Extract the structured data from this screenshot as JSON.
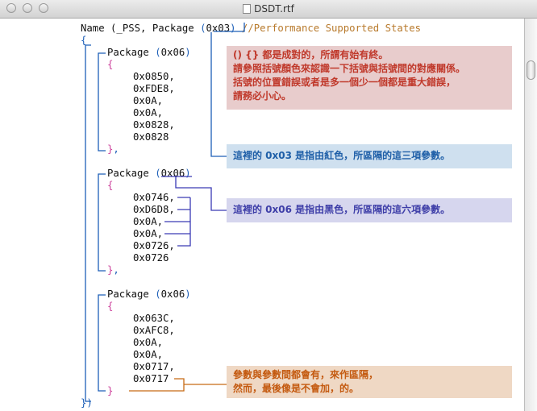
{
  "window": {
    "title": "DSDT.rtf"
  },
  "code": {
    "name_line": {
      "prefix": "Name (_PSS, Package ",
      "paren_open": "(",
      "count": "0x03",
      "paren_close": ")",
      "comment": "//Performance Supported States"
    },
    "outer_open": "{",
    "outer_close_brace": "}",
    "outer_close_paren": ")",
    "packages": [
      {
        "label": "Package ",
        "paren_open": "(",
        "count": "0x06",
        "paren_close": ")",
        "open": "{",
        "values": [
          "0x0850,",
          "0xFDE8,",
          "0x0A,",
          "0x0A,",
          "0x0828,",
          "0x0828"
        ],
        "close": "}",
        "comma": ","
      },
      {
        "label": "Package ",
        "paren_open": "(",
        "count": "0x06",
        "paren_close": ")",
        "open": "{",
        "values": [
          "0x0746,",
          "0xD6D8,",
          "0x0A,",
          "0x0A,",
          "0x0726,",
          "0x0726"
        ],
        "close": "}",
        "comma": ","
      },
      {
        "label": "Package ",
        "paren_open": "(",
        "count": "0x06",
        "paren_close": ")",
        "open": "{",
        "values": [
          "0x063C,",
          "0xAFC8,",
          "0x0A,",
          "0x0A,",
          "0x0717,",
          "0x0717"
        ],
        "close": "}",
        "comma": ""
      }
    ]
  },
  "notes": [
    {
      "lines": [
        "() {} 都是成對的，所謂有始有終。",
        "請參照括號顏色來認識一下括號與括號間的對應關係。",
        "括號的位置錯誤或者是多一個少一個都是重大錯誤，",
        "請務必小心。"
      ],
      "color": "#c0392b",
      "bg": "#e8cccc"
    },
    {
      "lines": [
        "這裡的 0x03 是指由紅色，所區隔的這三項參數。"
      ],
      "color": "#1f5fa8",
      "bg": "#cfe0ef"
    },
    {
      "lines": [
        "這裡的 0x06 是指由黑色，所區隔的這六項參數。"
      ],
      "color": "#3e3ea8",
      "bg": "#d6d6ee"
    },
    {
      "lines": [
        "參數與參數間都會有，來作區隔，",
        "然而，最後像是不會加，的。"
      ],
      "color": "#c45a10",
      "bg": "#efd8c4"
    }
  ],
  "colors": {
    "blue_bracket": "#1d5fb8",
    "orange_string": "#b87a2c",
    "brace": "#cc3f9a",
    "orange_line": "#c76b14",
    "purple_line": "#3a3ab5"
  }
}
